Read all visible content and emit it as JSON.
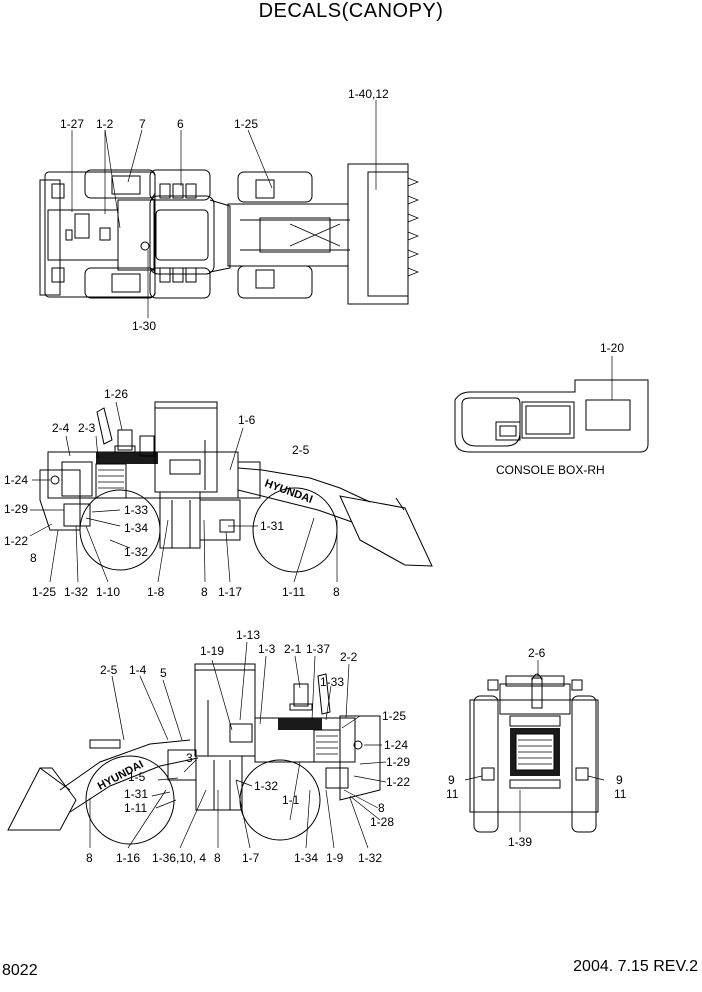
{
  "title": "DECALS(CANOPY)",
  "page_number": "8022",
  "date_rev": "2004. 7.15  REV.2",
  "console_caption": "CONSOLE BOX-RH",
  "brand_text": "HYUNDAI",
  "labels": {
    "top_a": "1-27",
    "top_b": "1-2",
    "top_c": "7",
    "top_d": "6",
    "top_e": "1-25",
    "top_f": "1-40,12",
    "top_g": "1-30",
    "con_a": "1-20",
    "l_a": "1-26",
    "l_b": "2-4",
    "l_c": "2-3",
    "l_d": "1-6",
    "l_e": "2-5",
    "l_f": "1-24",
    "l_g": "1-29",
    "l_h": "1-22",
    "l_i": "8",
    "l_j": "1-33",
    "l_k": "1-34",
    "l_l": "1-32",
    "l_m": "1-31",
    "l_n": "1-25",
    "l_o": "1-32",
    "l_p": "1-10",
    "l_q": "1-8",
    "l_r": "8",
    "l_s": "1-17",
    "l_t": "1-11",
    "l_u": "8",
    "r_a": "1-13",
    "r_b": "1-19",
    "r_c": "1-3",
    "r_d": "2-1",
    "r_e": "1-37",
    "r_f": "2-2",
    "r_g": "2-5",
    "r_h": "1-4",
    "r_i": "5",
    "r_j": "1-33",
    "r_k": "1-25",
    "r_l": "1-24",
    "r_m": "3",
    "r_n": "1-29",
    "r_o": "1-5",
    "r_p": "1-32",
    "r_q": "1-22",
    "r_r": "1-31",
    "r_s": "1-11",
    "r_t": "1-1",
    "r_u": "8",
    "r_v": "1-28",
    "r_w": "8",
    "r_x": "1-16",
    "r_y": "1-36,10, 4",
    "r_z": "8",
    "r_aa": "1-7",
    "r_ab": "1-34",
    "r_ac": "1-9",
    "r_ad": "1-32",
    "f_a": "2-6",
    "f_b": "9",
    "f_c": "11",
    "f_d": "9",
    "f_e": "11",
    "f_f": "1-39"
  }
}
